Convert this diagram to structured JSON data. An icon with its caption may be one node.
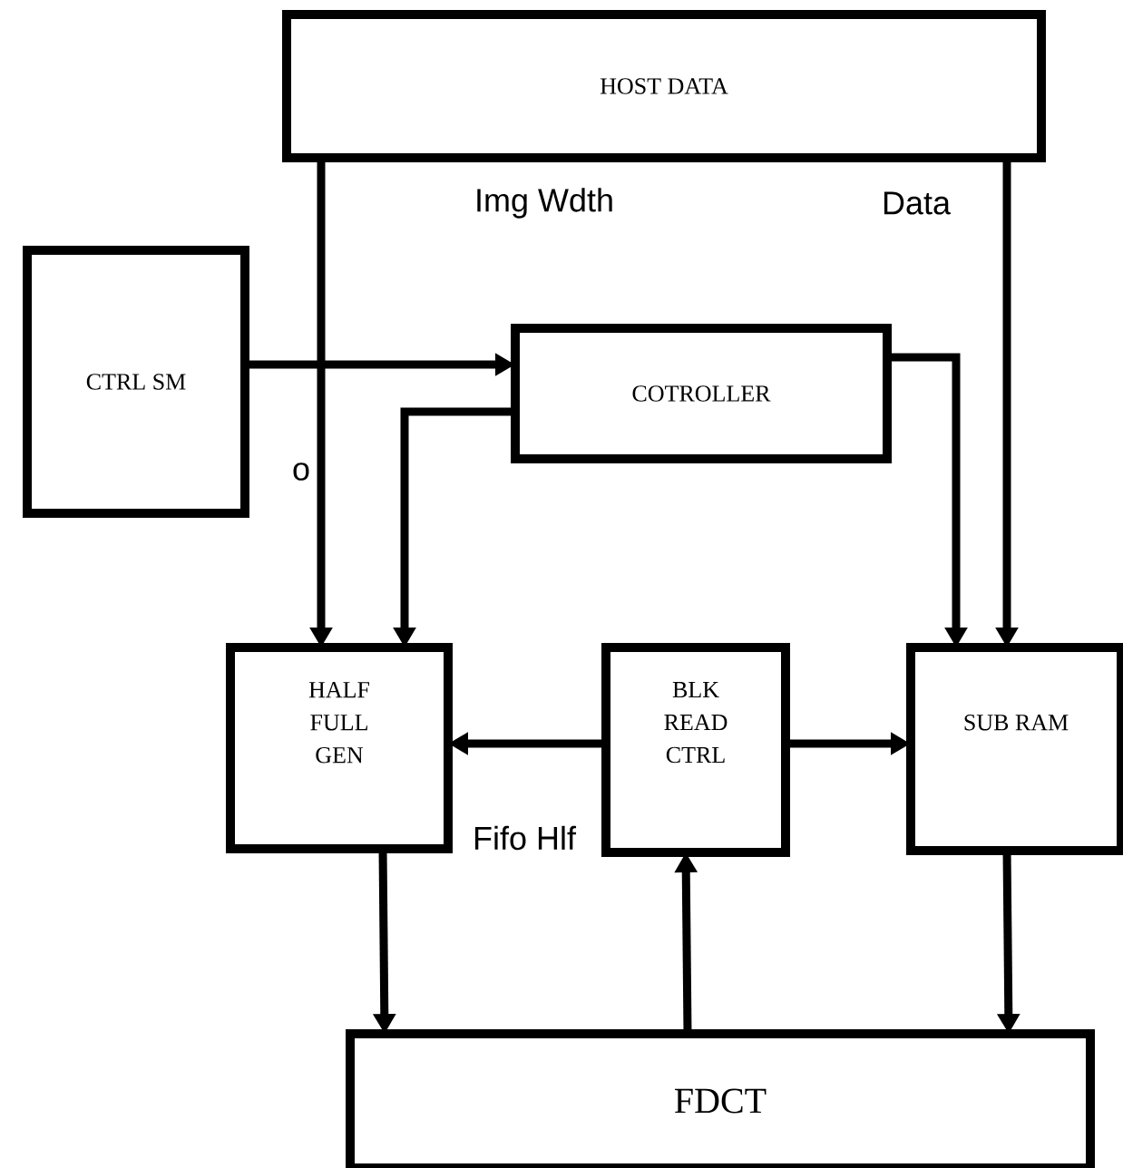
{
  "diagram": {
    "nodes": [
      {
        "text": [
          "HOST DATA"
        ]
      },
      {
        "text": [
          "CTRL SM"
        ]
      },
      {
        "text": [
          "COTROLLER"
        ]
      },
      {
        "text": [
          "HALF FULL GEN"
        ]
      },
      {
        "text": [
          "BLK READ CTRL"
        ]
      },
      {
        "text": [
          "SUB RAM"
        ]
      },
      {
        "text": [
          "FDCT"
        ]
      }
    ],
    "edges": [
      {
        "from": 0,
        "to": 3,
        "arrow": "to"
      },
      {
        "from": 0,
        "to": 5,
        "arrow": "to"
      },
      {
        "from": 1,
        "to": 2,
        "arrow": "to"
      },
      {
        "from": 2,
        "to": 3,
        "arrow": "to"
      },
      {
        "from": 2,
        "to": 5,
        "arrow": "to"
      },
      {
        "from": 4,
        "to": 3,
        "arrow": "to"
      },
      {
        "from": 4,
        "to": 5,
        "arrow": "to"
      },
      {
        "from": 3,
        "to": 6,
        "arrow": "to"
      },
      {
        "from": 6,
        "to": 4,
        "arrow": "to"
      },
      {
        "from": 5,
        "to": 6,
        "arrow": "to"
      }
    ],
    "labels": [
      "Img Wdth",
      "Data",
      "o",
      "Fifo Hlf"
    ]
  }
}
